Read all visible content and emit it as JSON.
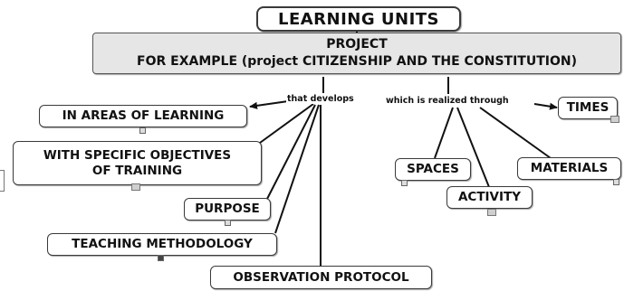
{
  "concept_map": {
    "root": "LEARNING UNITS",
    "project": {
      "line1": "PROJECT",
      "line2": "FOR EXAMPLE (project CITIZENSHIP AND THE CONSTITUTION)"
    },
    "link_labels": {
      "develops": "that develops",
      "realized": "which is realized through"
    },
    "nodes": {
      "areas": "IN AREAS OF LEARNING",
      "objectives_line1": "WITH SPECIFIC OBJECTIVES",
      "objectives_line2": "OF TRAINING",
      "purpose": "PURPOSE",
      "methodology": "TEACHING METHODOLOGY",
      "protocol": "OBSERVATION PROTOCOL",
      "times": "TIMES",
      "spaces": "SPACES",
      "activity": "ACTIVITY",
      "materials": "MATERIALS"
    }
  }
}
